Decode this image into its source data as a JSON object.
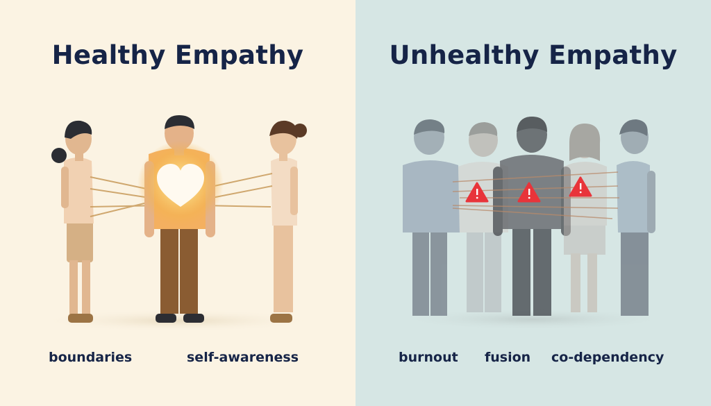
{
  "left_panel": {
    "title": "Healthy Empathy",
    "labels": [
      "boundaries",
      "self-awareness"
    ]
  },
  "right_panel": {
    "title": "Unhealthy Empathy",
    "labels": [
      "burnout",
      "fusion",
      "co-dependency"
    ]
  },
  "colors": {
    "left_bg": "#fbf3e3",
    "right_bg": "#d6e6e4",
    "title": "#162447",
    "heart_glow": "#f9c25a",
    "warning": "#e8343a"
  },
  "icons": [
    "heart-icon",
    "warning-icon"
  ]
}
